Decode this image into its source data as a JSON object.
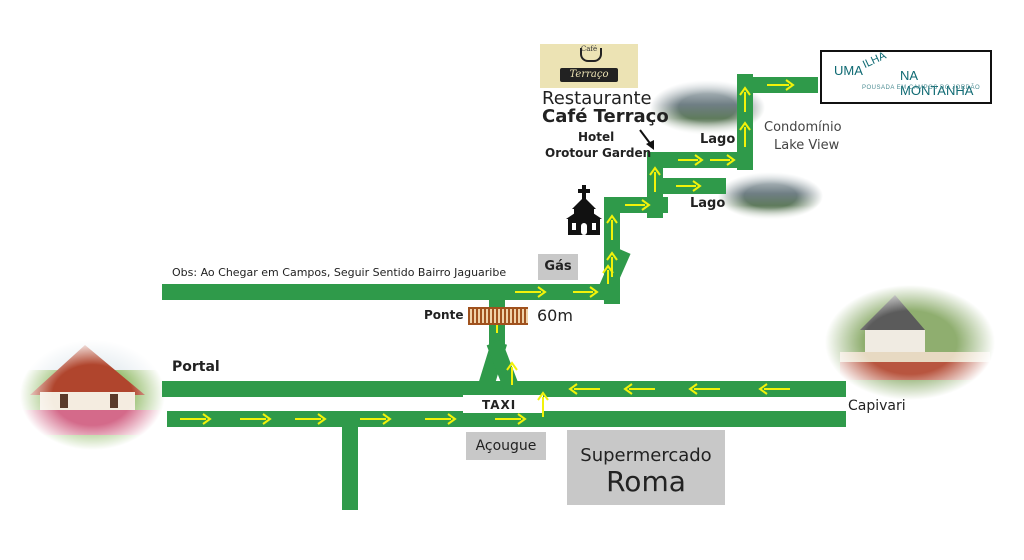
{
  "logo_cafe": {
    "line1": "Café",
    "line2": "Terraço"
  },
  "logo_pousada": {
    "part1": "UMA",
    "part2": "ILHA",
    "part3": "NA MONTANHA",
    "tagline": "POUSADA EM CAMPOS DO JORDÃO"
  },
  "places": {
    "restaurante_line1": "Restaurante",
    "restaurante_line2": "Café Terraço",
    "hotel_line1": "Hotel",
    "hotel_line2": "Orotour Garden",
    "lago_upper": "Lago",
    "lago_lower": "Lago",
    "condominio_line1": "Condomínio",
    "condominio_line2": "Lake View",
    "obs": "Obs: Ao Chegar em Campos, Seguir Sentido Bairro Jaguaribe",
    "gas": "Gás",
    "ponte": "Ponte",
    "distancia": "60m",
    "portal": "Portal",
    "taxi": "TAXI",
    "capivari": "Capivari",
    "acougue": "Açougue",
    "supermercado_line1": "Supermercado",
    "supermercado_line2": "Roma"
  },
  "colors": {
    "road": "#2f9a4a",
    "arrow": "#f2f20a",
    "label_box": "#c8c8c8",
    "bridge": "#a0521e",
    "logo_bg": "#ece3b4"
  },
  "icons": [
    "church-icon",
    "bridge-icon",
    "cafe-cup-icon",
    "portal-photo",
    "capivari-photo",
    "lake-photo"
  ]
}
